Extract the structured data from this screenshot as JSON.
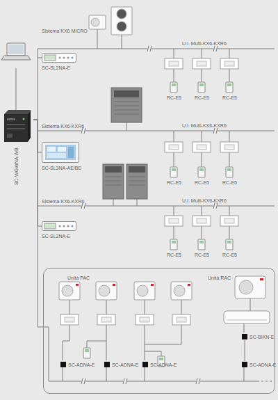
{
  "diagram": {
    "nodes": [
      {
        "text": [
          "SC-SL2NA-E"
        ]
      },
      {
        "text": [
          "SC-WGWNA-A/B"
        ]
      },
      {
        "text": [
          "SC-SL3NA-AE/BE"
        ]
      },
      {
        "text": [
          "SC-SL2NA-E"
        ]
      },
      {
        "text": [
          "Unità PAC",
          "Unità RAC"
        ]
      },
      {
        "text": [
          "SC-BIKN-E"
        ],
        "in": 4
      },
      {
        "text": [
          "SC-ADNA-E"
        ],
        "in": 4
      },
      {
        "text": [
          "SC-ADNA-E"
        ],
        "in": 4
      },
      {
        "text": [
          "SC-ADNA-E"
        ],
        "in": 4
      },
      {
        "text": [
          "SC-ADNA-E"
        ],
        "in": 4
      }
    ],
    "edges": [
      {
        "from": 1,
        "to": 0,
        "arrow": "none"
      },
      {
        "from": 1,
        "to": 2,
        "arrow": "none"
      },
      {
        "from": 1,
        "to": 3,
        "arrow": "none"
      },
      {
        "from": 1,
        "to": 4,
        "arrow": "none"
      },
      {
        "from": 5,
        "to": 9,
        "arrow": "none"
      }
    ],
    "labels": [
      "Sistema KX6 MICRO",
      "U.I. Multi-KX6-KXR6",
      "RC-E5",
      "RC-E5",
      "RC-E5",
      "Sistema KX6-KXR6",
      "U.I. Multi-KX6-KXR6",
      "RC-E5",
      "RC-E5",
      "RC-E5",
      "Sistema KX6-KXR6",
      "U.I. Multi-KX6-KXR6",
      "RC-E5",
      "RC-E5",
      "RC-E5"
    ]
  }
}
